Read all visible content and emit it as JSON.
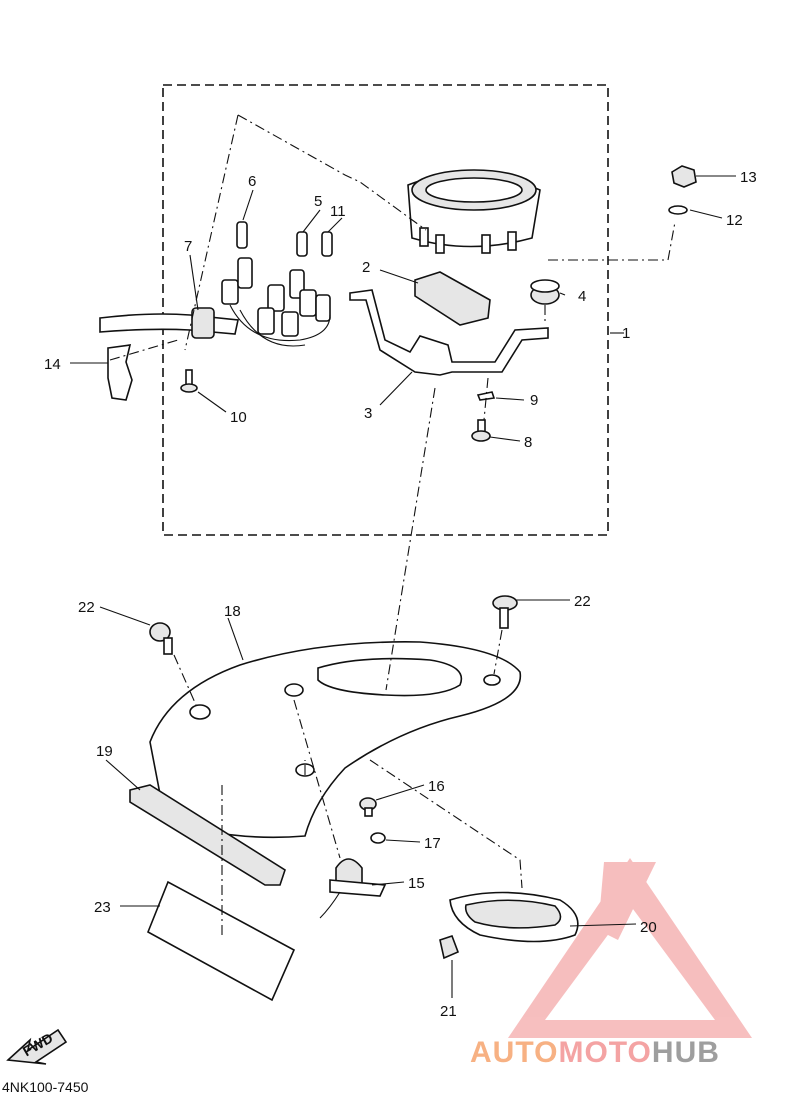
{
  "diagram": {
    "reference_code": "4NK100-7450",
    "fwd_label": "FWD",
    "watermark": {
      "part_a": "AUTO",
      "part_b": "MOTO",
      "part_c": "HUB",
      "color_a": "#f7b183",
      "color_b": "#f4a3a3",
      "color_c": "#9e9e9e"
    },
    "callouts": [
      "1",
      "2",
      "3",
      "4",
      "5",
      "6",
      "7",
      "8",
      "9",
      "10",
      "11",
      "12",
      "13",
      "14",
      "15",
      "16",
      "17",
      "18",
      "19",
      "20",
      "21",
      "22",
      "22",
      "23"
    ]
  }
}
